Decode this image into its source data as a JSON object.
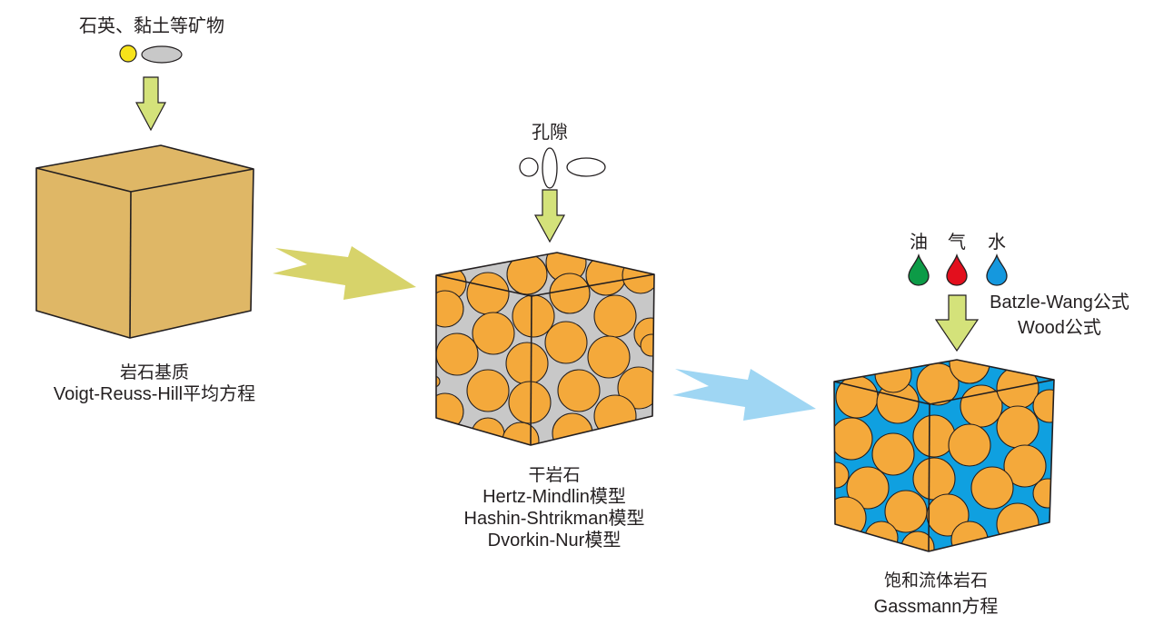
{
  "colors": {
    "matrix_cube": "#dfb766",
    "grain": "#f4a93b",
    "dry_pore": "#c8c8c8",
    "fluid_pore": "#0fa0e0",
    "yellow_arrow": "#d7d36a",
    "blue_arrow": "#9fd6f3",
    "down_arrow": "#d4e27a",
    "quartz": "#f7e31a",
    "clay": "#c8c8c8",
    "oil": "#0d9b47",
    "gas": "#e30f1d",
    "water": "#1598de",
    "edge": "#231f20"
  },
  "minerals": {
    "title": "石英、黏土等矿物",
    "items": [
      "quartz-grain",
      "clay-grain"
    ]
  },
  "pores": {
    "title": "孔隙",
    "items": [
      "spherical-pore",
      "vertical-crack-pore",
      "horizontal-crack-pore"
    ]
  },
  "fluids": {
    "items": [
      {
        "label": "油",
        "name": "oil"
      },
      {
        "label": "气",
        "name": "gas"
      },
      {
        "label": "水",
        "name": "water"
      }
    ],
    "formulas": [
      "Batzle-Wang公式",
      "Wood公式"
    ]
  },
  "stages": [
    {
      "name": "rock-matrix",
      "title": "岩石基质",
      "models": [
        "Voigt-Reuss-Hill平均方程"
      ]
    },
    {
      "name": "dry-rock",
      "title": "干岩石",
      "models": [
        "Hertz-Mindlin模型",
        "Hashin-Shtrikman模型",
        "Dvorkin-Nur模型"
      ]
    },
    {
      "name": "fluid-saturated-rock",
      "title": "饱和流体岩石",
      "models": [
        "Gassmann方程"
      ]
    }
  ]
}
